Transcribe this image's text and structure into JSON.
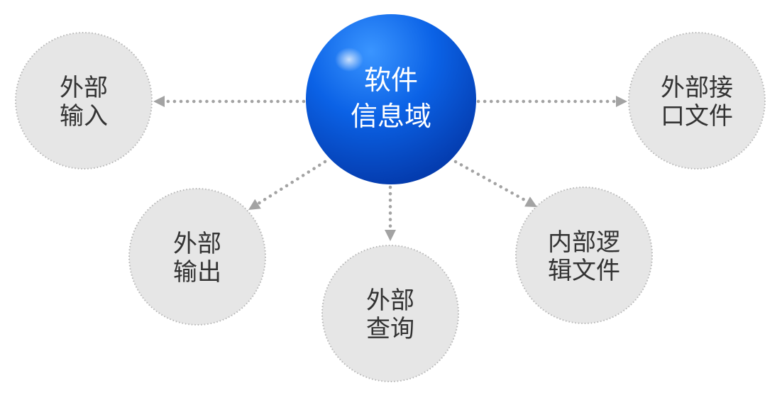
{
  "diagram": {
    "center": {
      "line1": "软件",
      "line2": "信息域"
    },
    "nodes": {
      "external_input": {
        "line1": "外部",
        "line2": "输入"
      },
      "external_output": {
        "line1": "外部",
        "line2": "输出"
      },
      "external_query": {
        "line1": "外部",
        "line2": "查询"
      },
      "internal_logic_file": {
        "line1": "内部逻",
        "line2": "辑文件"
      },
      "external_interface_file": {
        "line1": "外部接",
        "line2": "口文件"
      }
    }
  },
  "colors": {
    "center_light": "#3a95ff",
    "center_mid": "#0b62e6",
    "center_dark": "#0336a6",
    "center_text": "#ffffff",
    "node_fill": "#e6e6e6",
    "node_border": "#b5b5b5",
    "node_text": "#333333",
    "arrow": "#a3a3a3"
  }
}
